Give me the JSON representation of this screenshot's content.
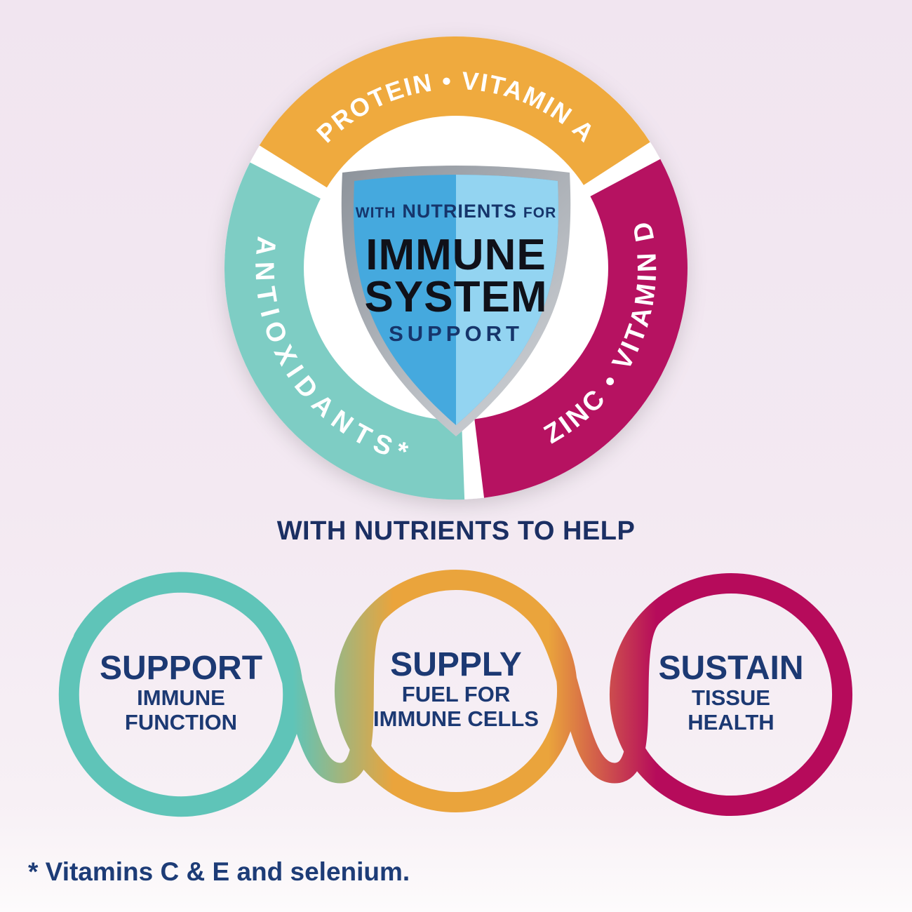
{
  "colors": {
    "background_top": "#f1e5f0",
    "navy": "#1c3a74",
    "black_text": "#101119",
    "white": "#ffffff",
    "ring_gold": "#efaa3e",
    "ring_teal": "#7ecdc4",
    "ring_magenta": "#b61261",
    "loop_teal": "#5fc4b8",
    "loop_gold": "#eaa43c",
    "loop_magenta": "#b60b5b",
    "shield_left": "#45a9de",
    "shield_right": "#93d4f1",
    "shield_back_dark": "#8d939b",
    "shield_back_light": "#d2d5d9"
  },
  "ring": {
    "gold_label": "PROTEIN • VITAMIN A",
    "teal_label": "ANTIOXIDANTS*",
    "magenta_label": "ZINC • VITAMIN D"
  },
  "shield": {
    "line1_prefix": "WITH",
    "line1_word": "NUTRIENTS",
    "line1_suffix": "FOR",
    "line2": "IMMUNE",
    "line3": "SYSTEM",
    "line4": "SUPPORT"
  },
  "mid_heading": "WITH NUTRIENTS TO HELP",
  "loops": [
    {
      "title": "SUPPORT",
      "line2": "IMMUNE",
      "line3": "FUNCTION"
    },
    {
      "title": "SUPPLY",
      "line2": "FUEL FOR",
      "line3": "IMMUNE CELLS"
    },
    {
      "title": "SUSTAIN",
      "line2": "TISSUE",
      "line3": "HEALTH"
    }
  ],
  "footnote": "* Vitamins C & E and selenium."
}
